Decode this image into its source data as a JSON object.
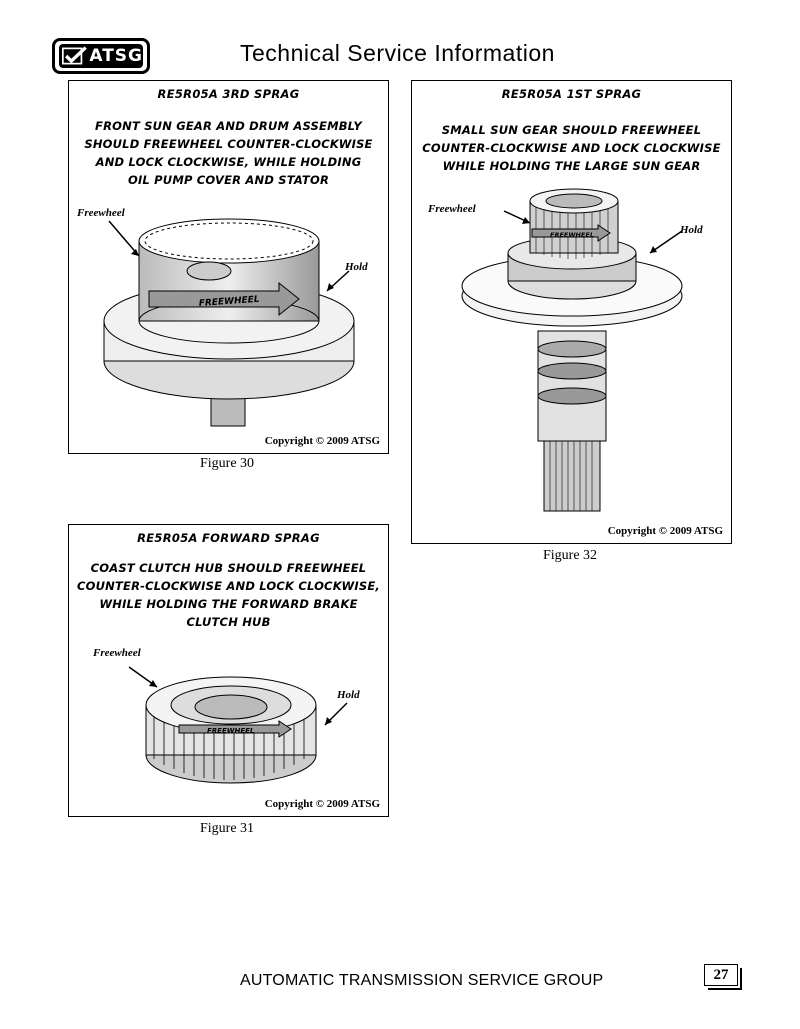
{
  "header": {
    "logo_text": "ATSG",
    "title": "Technical Service Information"
  },
  "figures": [
    {
      "title": "RE5R05A  3RD SPRAG",
      "description": [
        "FRONT SUN GEAR AND DRUM ASSEMBLY",
        "SHOULD FREEWHEEL COUNTER-CLOCKWISE",
        "AND LOCK CLOCKWISE, WHILE HOLDING",
        "OIL PUMP COVER AND STATOR"
      ],
      "callouts": {
        "freewheel": "Freewheel",
        "hold": "Hold"
      },
      "arrow_label": "FREEWHEEL",
      "copyright": "Copyright © 2009 ATSG",
      "caption": "Figure 30"
    },
    {
      "title": "RE5R05A  FORWARD SPRAG",
      "description": [
        "COAST CLUTCH HUB SHOULD FREEWHEEL",
        "COUNTER-CLOCKWISE AND LOCK CLOCKWISE,",
        "WHILE HOLDING THE FORWARD BRAKE",
        "CLUTCH HUB"
      ],
      "callouts": {
        "freewheel": "Freewheel",
        "hold": "Hold"
      },
      "arrow_label": "FREEWHEEL",
      "copyright": "Copyright © 2009 ATSG",
      "caption": "Figure 31"
    },
    {
      "title": "RE5R05A  1ST SPRAG",
      "description": [
        "SMALL SUN GEAR SHOULD FREEWHEEL",
        "COUNTER-CLOCKWISE AND LOCK CLOCKWISE",
        "WHILE HOLDING THE LARGE SUN GEAR"
      ],
      "callouts": {
        "freewheel": "Freewheel",
        "hold": "Hold"
      },
      "arrow_label": "FREEWHEEL",
      "copyright": "Copyright © 2009 ATSG",
      "caption": "Figure 32"
    }
  ],
  "footer": {
    "text": "AUTOMATIC TRANSMISSION SERVICE GROUP",
    "page_number": "27"
  }
}
